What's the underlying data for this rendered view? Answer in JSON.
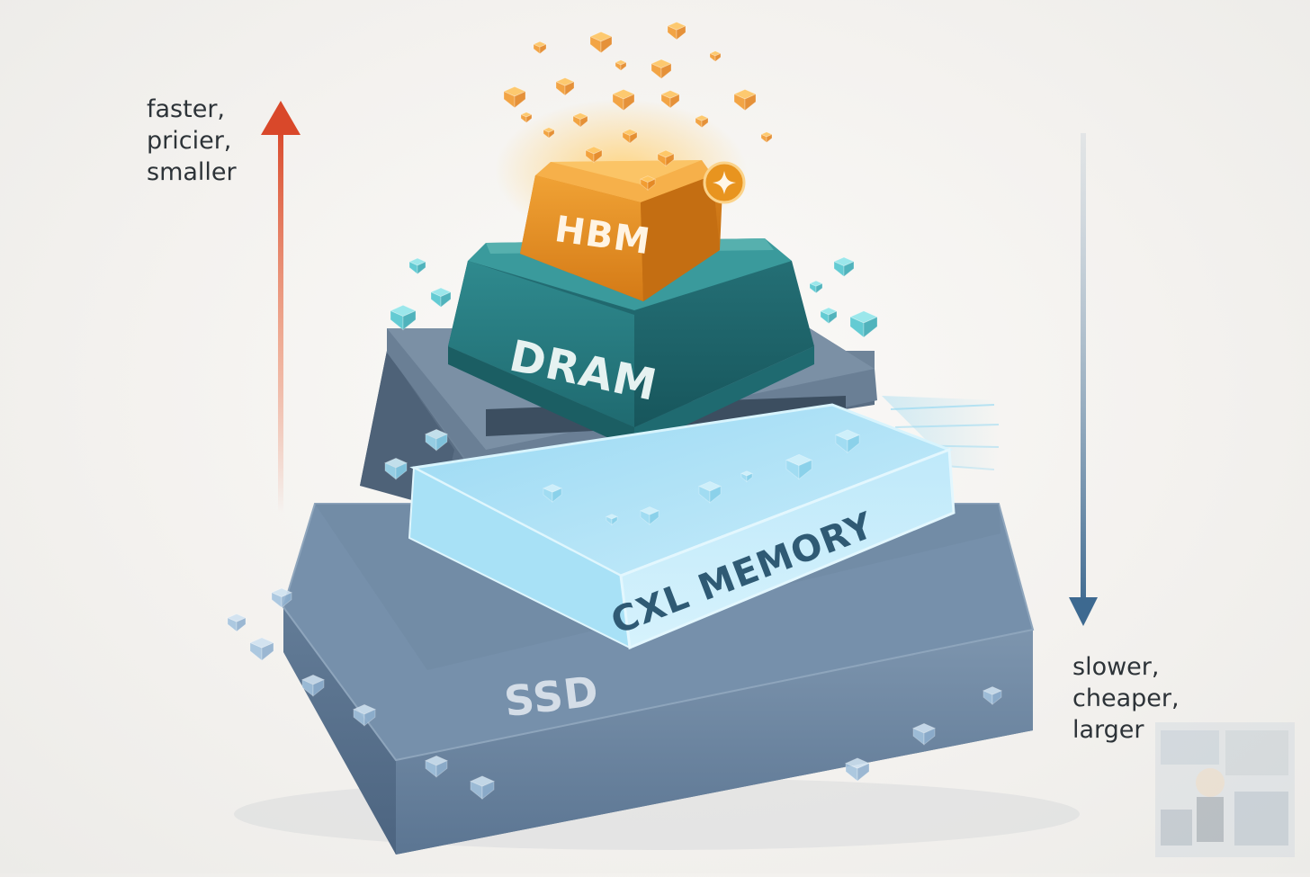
{
  "tiers": {
    "hbm": {
      "label": "HBM",
      "color": "#e08a22"
    },
    "dram": {
      "label": "DRAM",
      "color": "#2e7f86"
    },
    "cxl": {
      "label": "CXL MEMORY",
      "color": "#7fd1f0"
    },
    "ssd": {
      "label": "SSD",
      "color": "#6f8aa6"
    }
  },
  "legend_top": {
    "lines": [
      "faster,",
      "pricier,",
      "smaller"
    ],
    "arrow_color": "#d9532e"
  },
  "legend_bottom": {
    "lines": [
      "slower,",
      "cheaper,",
      "larger"
    ],
    "arrow_color": "#4e7396"
  },
  "badge_icon": "sparkle-icon"
}
